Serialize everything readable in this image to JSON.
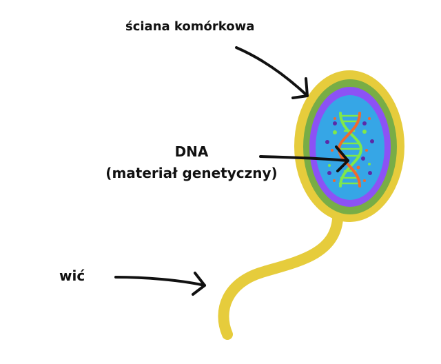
{
  "labels": {
    "cell_wall": "ściana komórkowa",
    "dna_line1": "DNA",
    "dna_line2": "(materiał genetyczny)",
    "flagellum": "wić"
  },
  "colors": {
    "wall": "#e6cc3c",
    "membrane": "#78ad46",
    "inner": "#8c52f5",
    "cytoplasm": "#36a6e6",
    "dna_a": "#80e84a",
    "dna_b": "#f06a2e",
    "arrow": "#111111"
  }
}
